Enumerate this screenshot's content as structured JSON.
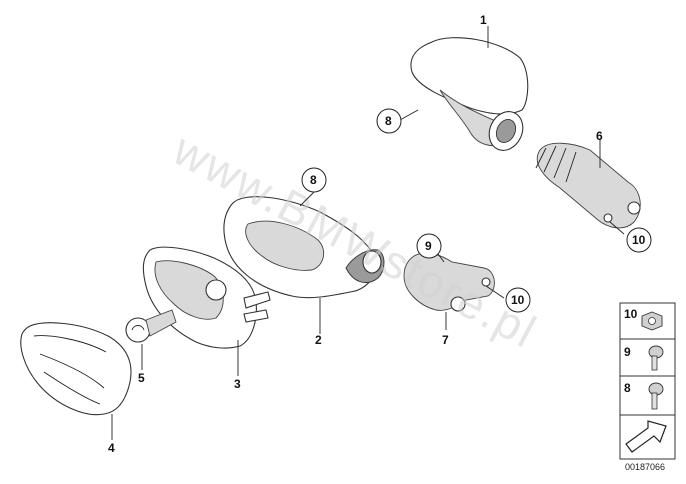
{
  "watermark": "www.BMWstore.pl",
  "diagram_number": "00187066",
  "callouts": {
    "c1": "1",
    "c2": "2",
    "c3": "3",
    "c4": "4",
    "c5": "5",
    "c6": "6",
    "c7": "7",
    "c8a": "8",
    "c8b": "8",
    "c9": "9",
    "c10a": "10",
    "c10b": "10"
  },
  "legend": {
    "row10": "10",
    "row9": "9",
    "row8": "8"
  }
}
